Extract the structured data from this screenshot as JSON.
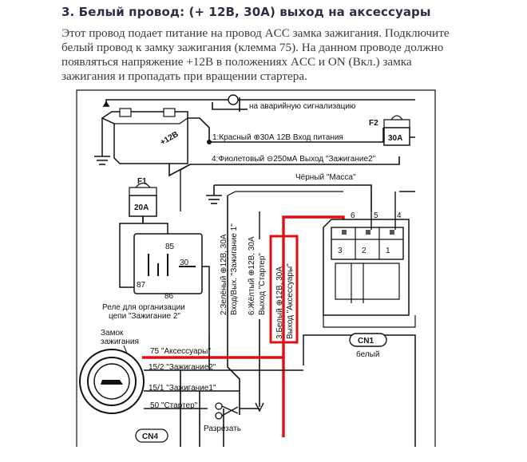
{
  "title": "3. Белый провод: (+ 12В, 30А) выход на аксессуары",
  "paragraph_lines": [
    "Этот провод подает питание на провод ACC замка зажигания. Подключите",
    "белый провод к замку зажигания (клемма 75). На данном проводе должно",
    "появляться напряжение +12В в положениях ACC и ON (Вкл.) замка",
    "зажигания и пропадать при вращении стартера."
  ],
  "diagram": {
    "hazard_label": "на аварийную сигнализацию",
    "battery_label": "+12В",
    "fuse_f1": {
      "name": "F1",
      "rating": "20A"
    },
    "fuse_f2": {
      "name": "F2",
      "rating": "30A"
    },
    "wire1": "1:Красный ⊕30А 12В Вход питания",
    "wire4": "4:Фиолетовый ⊖250мА Выход \"Зажигание2\"",
    "black_ground": "Чёрный \"Масса\"",
    "relay": {
      "pin85": "85",
      "pin87": "87",
      "pin86": "86",
      "pin30": "30",
      "caption_line1": "Реле для организации",
      "caption_line2": "цепи \"Зажигание 2\""
    },
    "wire2_line1": "2:Зелёный ⊕12В, 30А",
    "wire2_line2": "Вход/Вых. \"Зажигание 1\"",
    "wire6_line1": "6:Жёлтый ⊕12В, 30А",
    "wire6_line2": "Выход \"Стартер\"",
    "wire3_line1": "3:Белый ⊕12В, 30А",
    "wire3_line2": "Выход \"Аксессуары\"",
    "connector_pins_top": [
      "6",
      "5",
      "4"
    ],
    "connector_pins_bottom": [
      "3",
      "2",
      "1"
    ],
    "cn1_label": "CN1",
    "cn1_color": "белый",
    "ignition_caption_line1": "Замок",
    "ignition_caption_line2": "зажигания",
    "term75": "75 \"Аксессуары\"",
    "term15_2": "15/2 \"Зажигание2\"",
    "term15_1": "15/1 \"Зажигание1\"",
    "term50": "50 \"Стартер\"",
    "cut_label": "Разрезать",
    "cn4_label": "CN4"
  },
  "colors": {
    "title": "#2a2f45",
    "highlight_red": "#e11010",
    "line": "#111111"
  }
}
